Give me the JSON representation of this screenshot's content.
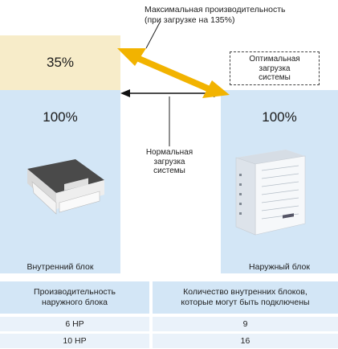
{
  "top_annotation": {
    "line1": "Максимальная производительность",
    "line2": "(при загрузке на 135%)"
  },
  "left_column": {
    "top_percent": "35%",
    "main_percent": "100%",
    "caption": "Внутренний блок",
    "top_color": "#f7ecc9",
    "main_color": "#d3e6f6"
  },
  "right_column": {
    "dashed_box": [
      "Оптимальная",
      "загрузка",
      "системы"
    ],
    "main_percent": "100%",
    "caption": "Наружный блок",
    "main_color": "#d3e6f6"
  },
  "center_annotation": [
    "Нормальная",
    "загрузка",
    "системы"
  ],
  "arrow_color": "#f2b300",
  "table": {
    "headers": [
      [
        "Производительность",
        "наружного блока"
      ],
      [
        "Количество внутренних блоков,",
        "которые могут быть подключены"
      ]
    ],
    "rows": [
      [
        "6 HP",
        "9"
      ],
      [
        "10 HP",
        "16"
      ]
    ],
    "header_color": "#d3e6f6",
    "row_color": "#eaf2fa"
  },
  "icons": [
    "cassette-indoor-unit-image",
    "outdoor-unit-image"
  ]
}
